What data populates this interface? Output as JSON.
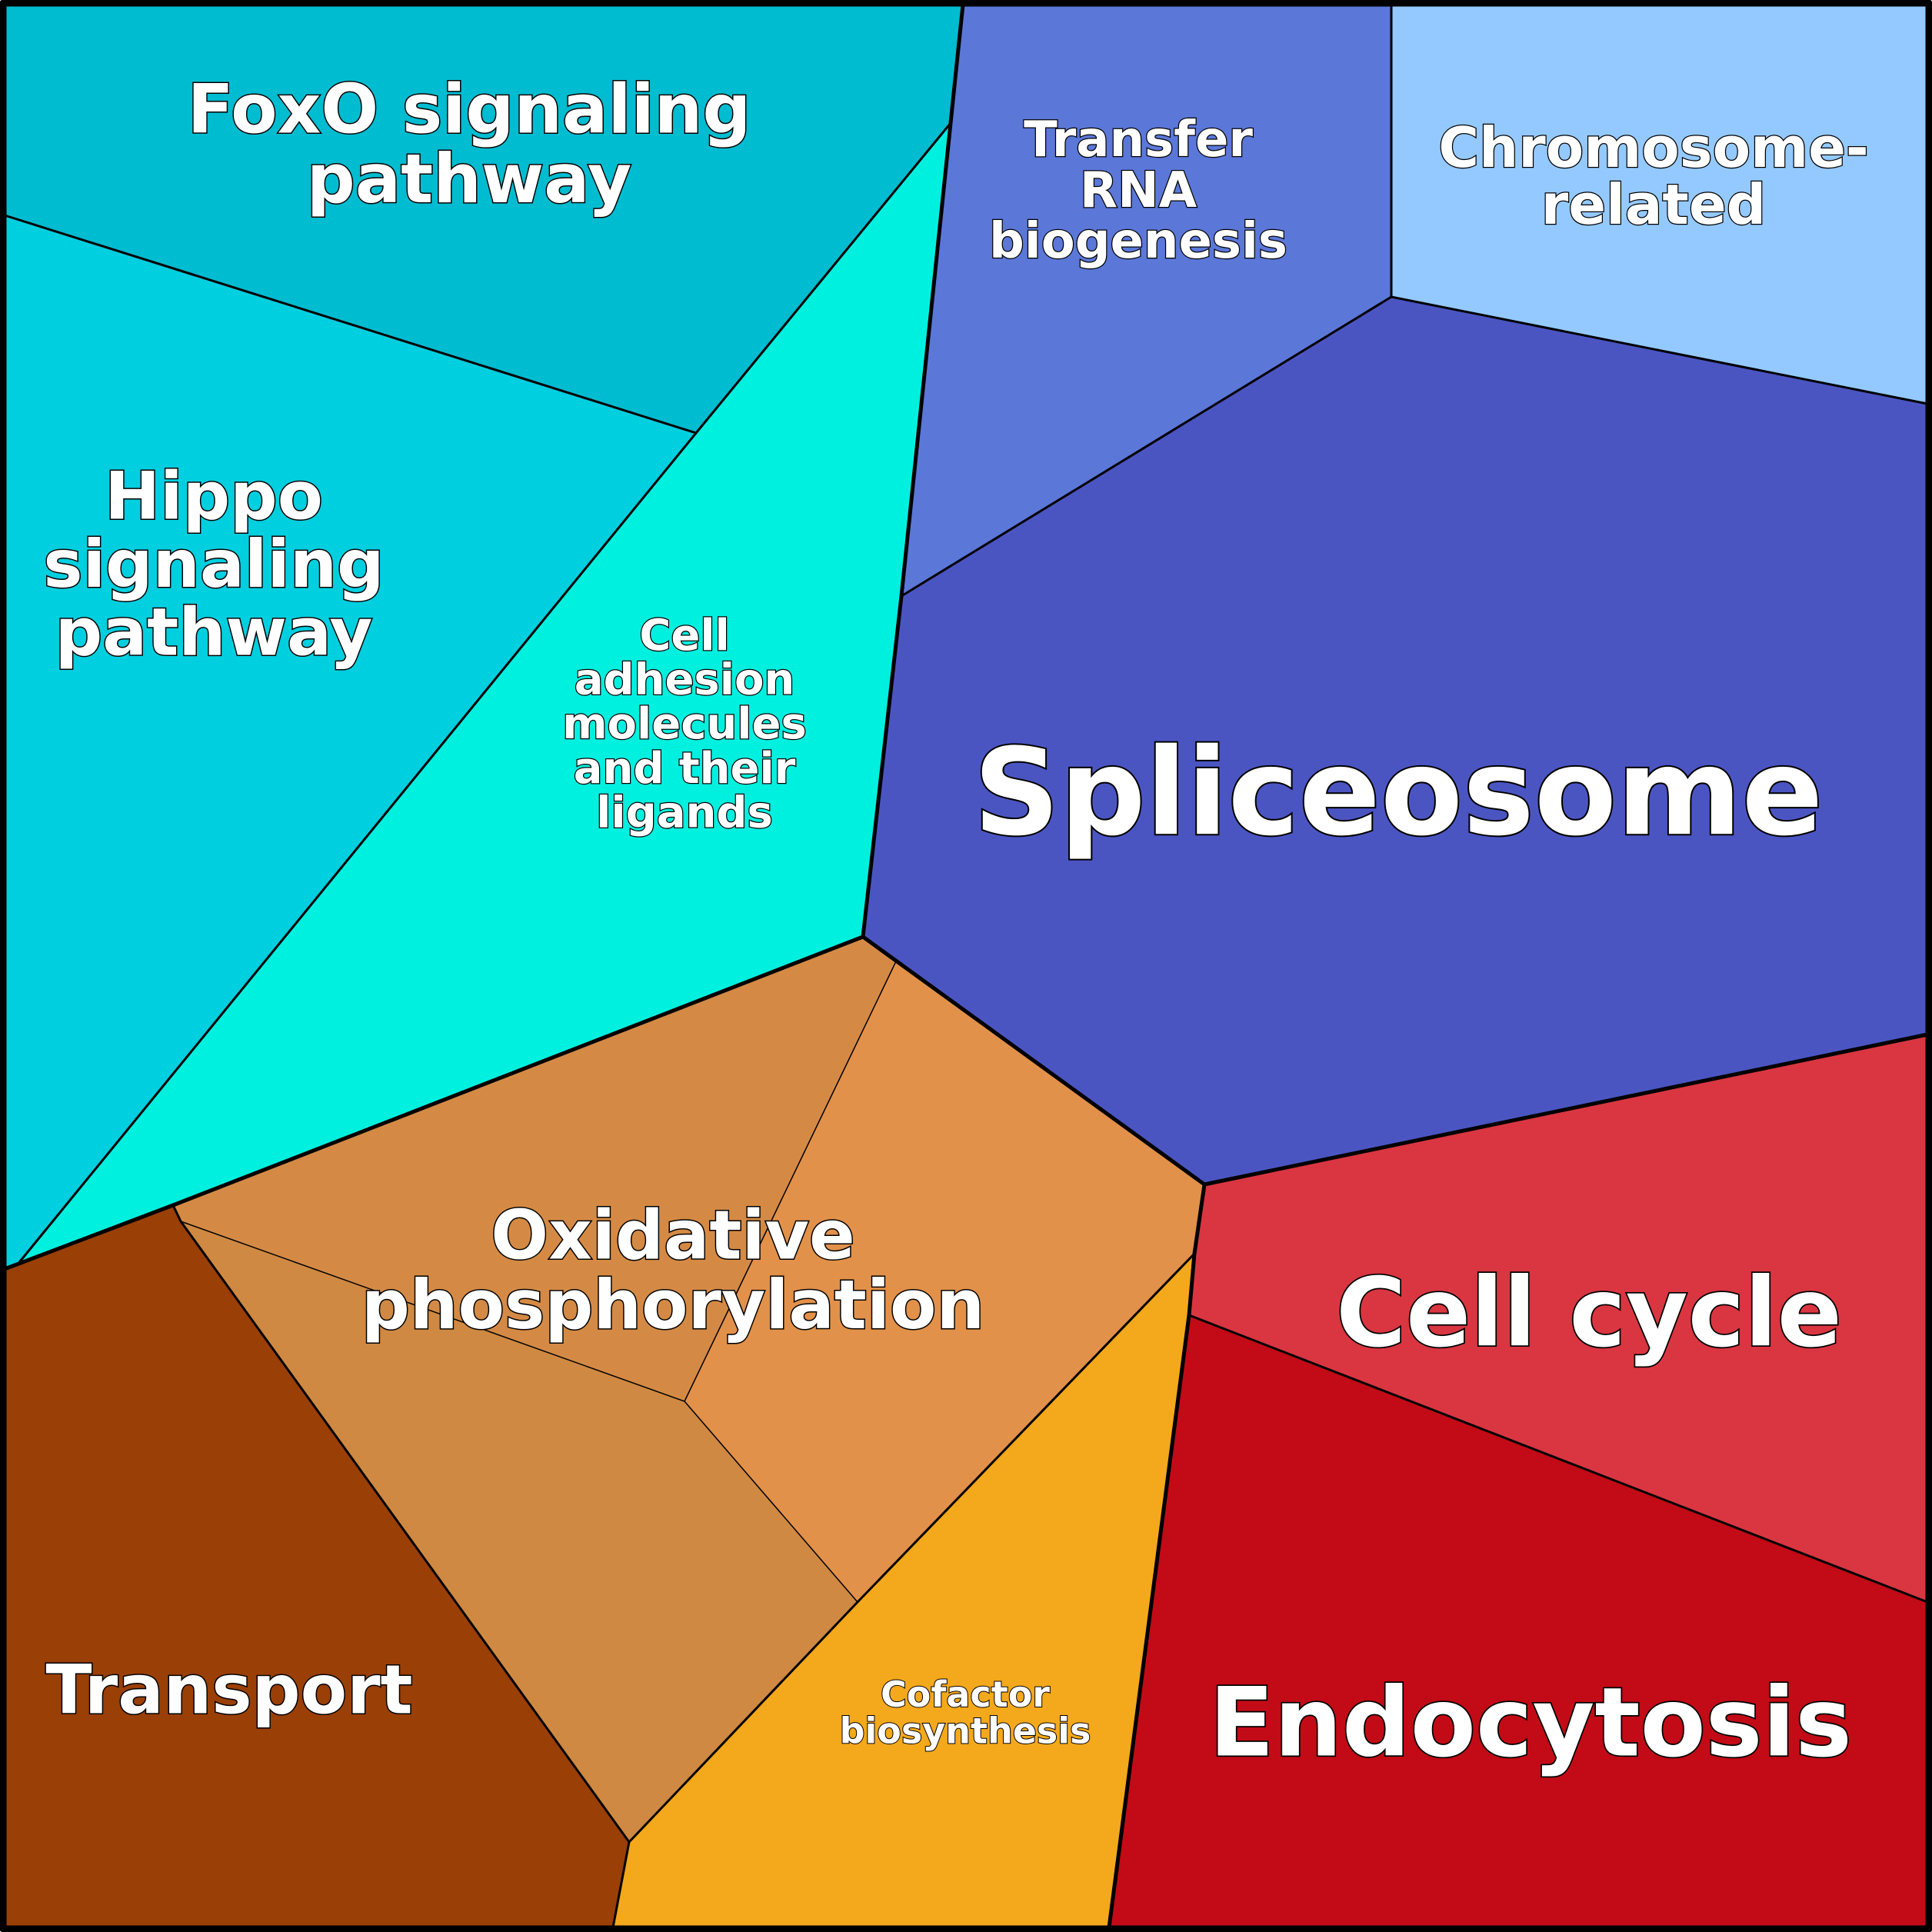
{
  "cells": [
    {
      "id": "foxo",
      "lines": [
        "FoxO signaling",
        "pathway"
      ],
      "color": "#00BCD0"
    },
    {
      "id": "hippo",
      "lines": [
        "Hippo",
        "signaling",
        "pathway"
      ],
      "color": "#00CFE0"
    },
    {
      "id": "cell-adhesion",
      "lines": [
        "Cell",
        "adhesion",
        "molecules",
        "and their",
        "ligands"
      ],
      "color": "#00F0E0"
    },
    {
      "id": "trna",
      "lines": [
        "Transfer",
        "RNA",
        "biogenesis"
      ],
      "color": "#5B77D8"
    },
    {
      "id": "chromosome",
      "lines": [
        "Chromosome-",
        "related"
      ],
      "color": "#94C9FF"
    },
    {
      "id": "spliceosome",
      "lines": [
        "Spliceosome"
      ],
      "color": "#4B55C2"
    },
    {
      "id": "oxphos",
      "lines": [
        "Oxidative",
        "phosphorylation"
      ],
      "color": "#D88C48"
    },
    {
      "id": "cell-cycle",
      "lines": [
        "Cell cycle"
      ],
      "color": "#D93641"
    },
    {
      "id": "endocytosis",
      "lines": [
        "Endocytosis"
      ],
      "color": "#C20B16"
    },
    {
      "id": "transport",
      "lines": [
        "Transport"
      ],
      "color": "#9A3F06"
    },
    {
      "id": "cofactor",
      "lines": [
        "Cofactor",
        "biosynthesis"
      ],
      "color": "#F4A81B"
    }
  ]
}
